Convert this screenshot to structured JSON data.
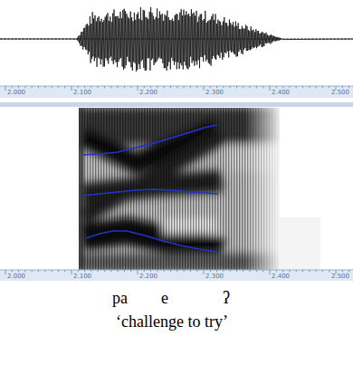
{
  "diagram": {
    "labels": [
      "2.000",
      "2.100",
      "2.200",
      "2.300",
      "2.400",
      "2.500",
      "2.000",
      "2.100",
      "2.200",
      "2.300",
      "2.400",
      "2.500",
      "pa",
      "e",
      "ʔ",
      "‘challenge to try’"
    ]
  }
}
